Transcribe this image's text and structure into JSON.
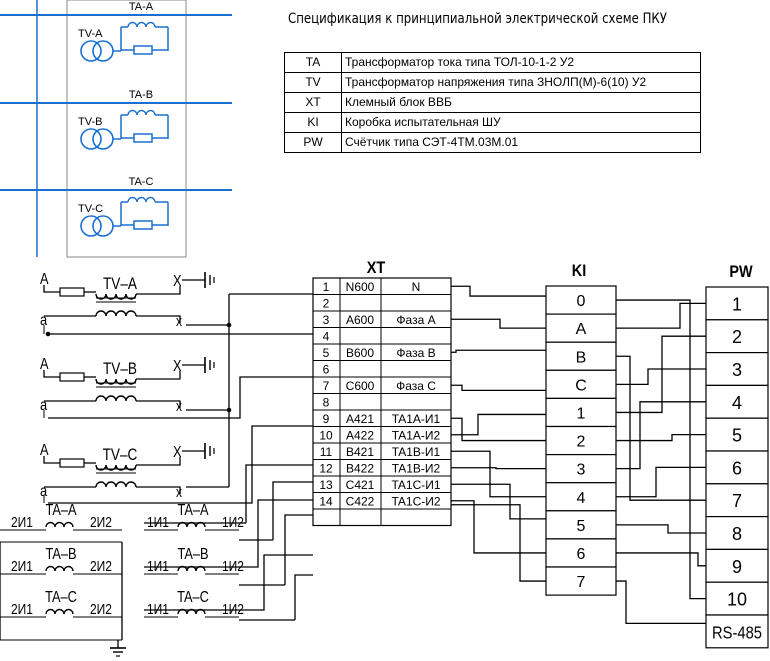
{
  "spec": {
    "title": "Спецификация к принципиальной электрической схеме ПКУ",
    "rows": [
      {
        "code": "TA",
        "desc": "Трансформатор тока типа ТОЛ-10-1-2 У2"
      },
      {
        "code": "TV",
        "desc": "Трансформатор напряжения типа ЗНОЛП(М)-6(10) У2"
      },
      {
        "code": "XT",
        "desc": "Клемный блок ВВБ"
      },
      {
        "code": "KI",
        "desc": "Коробка испытательная ШУ"
      },
      {
        "code": "PW",
        "desc": "Счётчик типа СЭТ-4ТМ.03М.01"
      }
    ]
  },
  "topUnits": [
    {
      "ta": "TA-A",
      "tv": "TV-A"
    },
    {
      "ta": "TA-B",
      "tv": "TV-B"
    },
    {
      "ta": "TA-C",
      "tv": "TV-C"
    }
  ],
  "tvs": [
    {
      "label": "TV–A",
      "hi": "A",
      "lo": "a",
      "X": "X",
      "x": "x"
    },
    {
      "label": "TV–B",
      "hi": "A",
      "lo": "a",
      "X": "X",
      "x": "x"
    },
    {
      "label": "TV–C",
      "hi": "A",
      "lo": "a",
      "X": "X",
      "x": "x"
    }
  ],
  "cts2": [
    {
      "label": "TA–A",
      "left": "2И1",
      "right": "2И2"
    },
    {
      "label": "TA–B",
      "left": "2И1",
      "right": "2И2"
    },
    {
      "label": "TA–C",
      "left": "2И1",
      "right": "2И2"
    }
  ],
  "cts1": [
    {
      "label": "TA–A",
      "left": "1И1",
      "right": "1И2"
    },
    {
      "label": "TA–B",
      "left": "1И1",
      "right": "1И2"
    },
    {
      "label": "TA–C",
      "left": "1И1",
      "right": "1И2"
    }
  ],
  "xt": {
    "header": "XT",
    "rows": [
      {
        "n": "1",
        "a": "N600",
        "b": "N"
      },
      {
        "n": "2",
        "a": "",
        "b": ""
      },
      {
        "n": "3",
        "a": "A600",
        "b": "Фаза A"
      },
      {
        "n": "4",
        "a": "",
        "b": ""
      },
      {
        "n": "5",
        "a": "B600",
        "b": "Фаза B"
      },
      {
        "n": "6",
        "a": "",
        "b": ""
      },
      {
        "n": "7",
        "a": "C600",
        "b": "Фаза C"
      },
      {
        "n": "8",
        "a": "",
        "b": ""
      },
      {
        "n": "9",
        "a": "A421",
        "b": "TA1A-И1"
      },
      {
        "n": "10",
        "a": "A422",
        "b": "TA1A-И2"
      },
      {
        "n": "11",
        "a": "B421",
        "b": "TA1B-И1"
      },
      {
        "n": "12",
        "a": "B422",
        "b": "TA1B-И2"
      },
      {
        "n": "13",
        "a": "C421",
        "b": "TA1C-И1"
      },
      {
        "n": "14",
        "a": "C422",
        "b": "TA1C-И2"
      },
      {
        "n": "",
        "a": "",
        "b": ""
      }
    ]
  },
  "ki": {
    "header": "KI",
    "rows": [
      "0",
      "A",
      "B",
      "C",
      "1",
      "2",
      "3",
      "4",
      "5",
      "6",
      "7"
    ]
  },
  "pw": {
    "header": "PW",
    "rows": [
      "1",
      "2",
      "3",
      "4",
      "5",
      "6",
      "7",
      "8",
      "9",
      "10",
      "RS-485"
    ]
  }
}
